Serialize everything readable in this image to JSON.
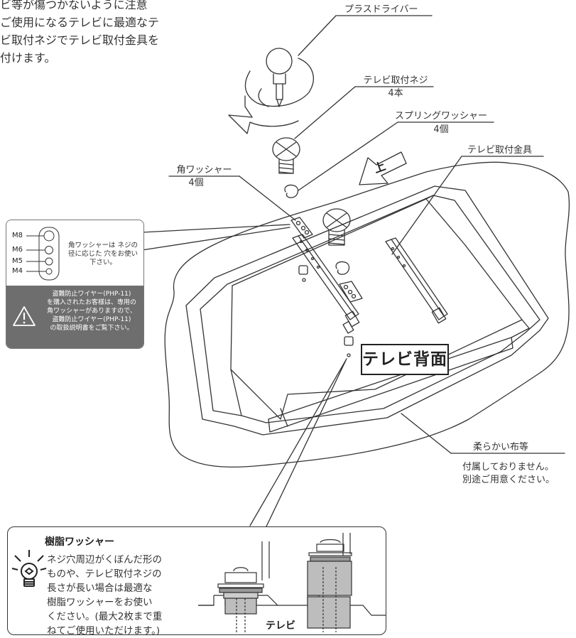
{
  "intro": {
    "lines": [
      "ビ等が傷つかないように注意",
      "ご使用になるテレビに最適なテ",
      "ビ取付ネジでテレビ取付金具を",
      "付けます。"
    ]
  },
  "labels": {
    "screwdriver": "プラスドライバー",
    "screw": "テレビ取付ネジ",
    "screw_qty": "4本",
    "spring_washer": "スプリングワッシャー",
    "spring_washer_qty": "4個",
    "bracket": "テレビ取付金具",
    "square_washer": "角ワッシャー",
    "square_washer_qty": "4個",
    "up_mark": "上",
    "tv_back": "テレビ背面",
    "cloth": "柔らかい布等",
    "cloth_note1": "付属しておりません。",
    "cloth_note2": "別途ご用意ください。"
  },
  "note_box": {
    "sizes": [
      "M8",
      "M6",
      "M5",
      "M4"
    ],
    "text": "角ワッシャーは ネジの径に応じた 穴をお使い下さい。",
    "warning_lines": [
      "盗難防止ワイヤー(PHP-11)",
      "を購入されたお客様は、専用の",
      "角ワッシャーがありますので、",
      "盗難防止ワイヤー(PHP-11)",
      "の取扱説明書をご覧下さい。"
    ],
    "warning_icon": "warning-triangle-icon"
  },
  "resin_box": {
    "title": "樹脂ワッシャー",
    "lines": [
      "ネジ穴周辺がくぼんだ形の",
      "ものや、テレビ取付ネジの",
      "長さが長い場合は最適な",
      "樹脂ワッシャーをお使い",
      "ください。(最大2枚まで重",
      "ねてご使用いただけます。)"
    ],
    "tv_label": "テレビ",
    "tip_icon": "lightbulb-icon"
  },
  "colors": {
    "line": "#333333",
    "warning_bg": "#6e6e6e",
    "washer_fill": "#bdbdbd"
  }
}
